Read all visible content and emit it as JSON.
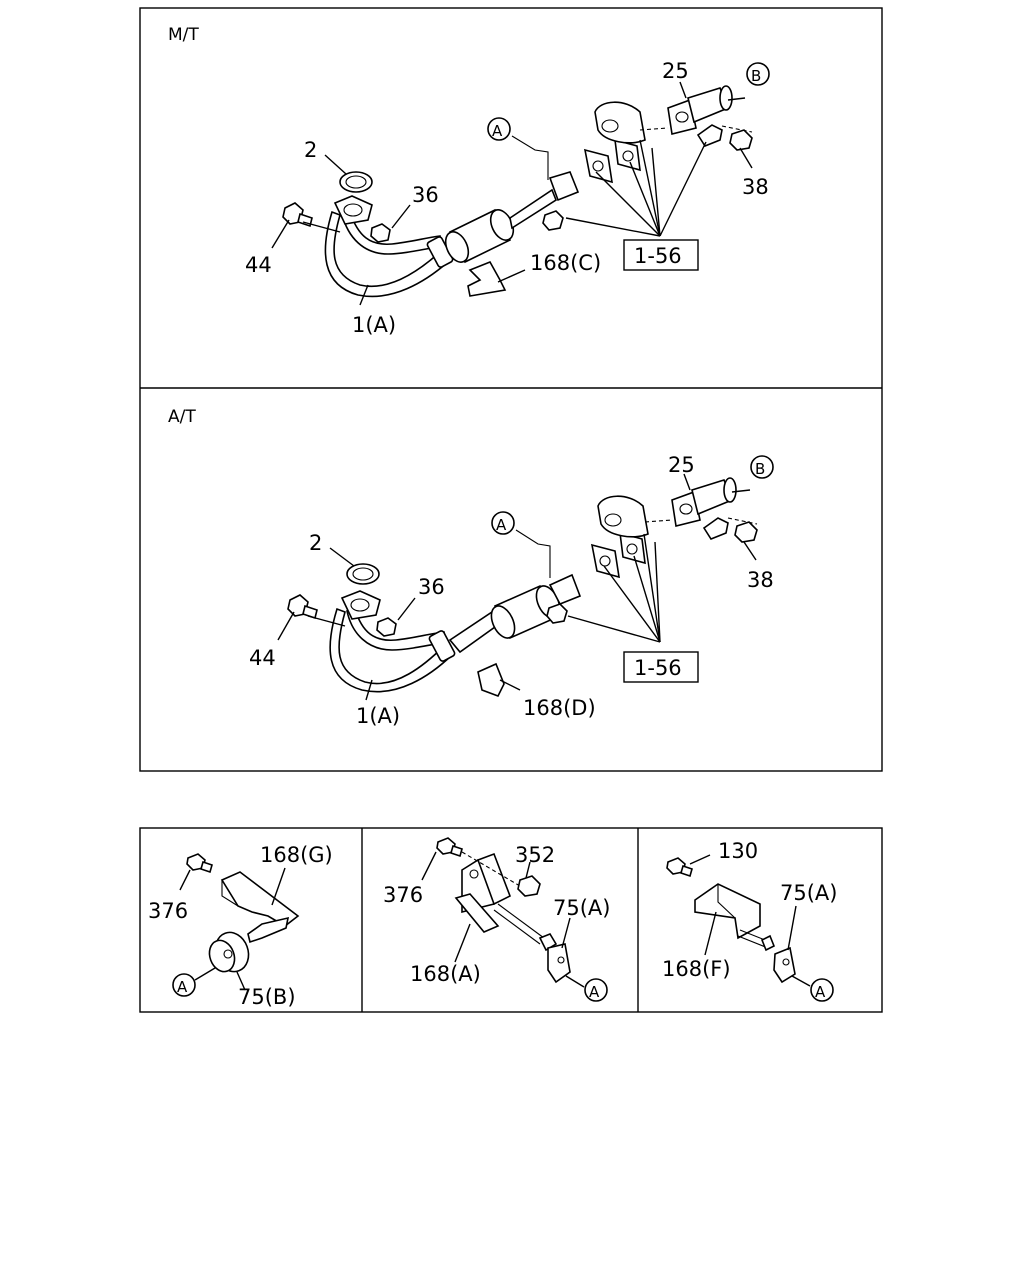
{
  "panels": {
    "mt": {
      "title": "M/T",
      "labels": {
        "p2": "2",
        "p36": "36",
        "p44": "44",
        "p1a": "1(A)",
        "p168c": "168(C)",
        "p25": "25",
        "p38": "38",
        "ref": "1-56",
        "callout_a": "A",
        "callout_b": "B"
      }
    },
    "at": {
      "title": "A/T",
      "labels": {
        "p2": "2",
        "p36": "36",
        "p44": "44",
        "p1a": "1(A)",
        "p168d": "168(D)",
        "p25": "25",
        "p38": "38",
        "ref": "1-56",
        "callout_a": "A",
        "callout_b": "B"
      }
    },
    "detail1": {
      "labels": {
        "p168g": "168(G)",
        "p376": "376",
        "p75b": "75(B)",
        "callout_a": "A"
      }
    },
    "detail2": {
      "labels": {
        "p352": "352",
        "p376": "376",
        "p75a": "75(A)",
        "p168a": "168(A)",
        "callout_a": "A"
      }
    },
    "detail3": {
      "labels": {
        "p130": "130",
        "p75a": "75(A)",
        "p168f": "168(F)",
        "callout_a": "A"
      }
    }
  }
}
